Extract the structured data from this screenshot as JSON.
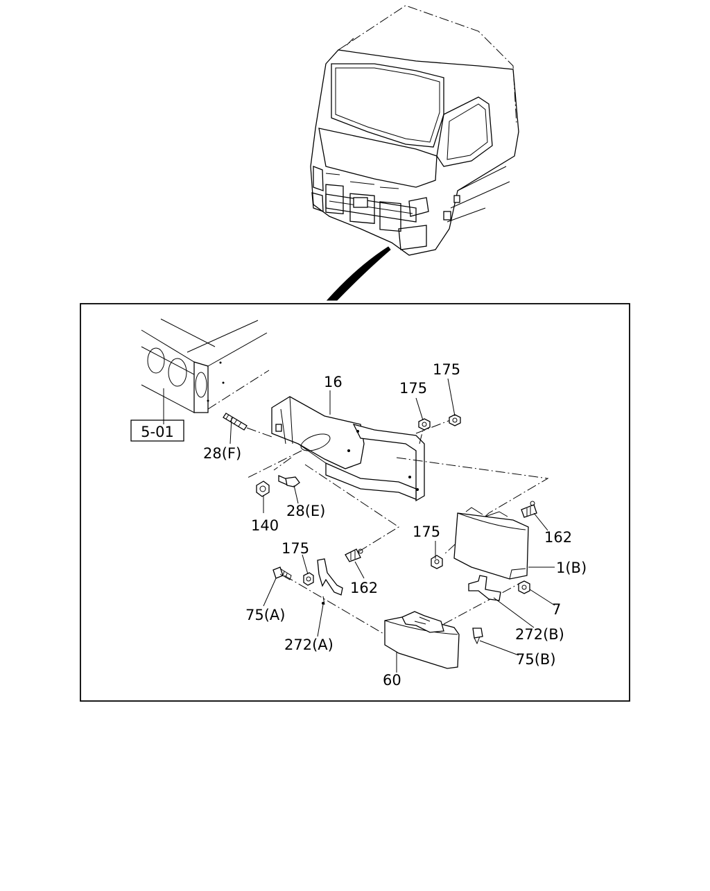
{
  "section_ref": "5-01",
  "callouts": {
    "c16": "16",
    "c175a": "175",
    "c175b": "175",
    "c28f": "28(F)",
    "c140": "140",
    "c28e": "28(E)",
    "c175c": "175",
    "c162a": "162",
    "c175d": "175",
    "c162b": "162",
    "c1b": "1(B)",
    "c7": "7",
    "c75a": "75(A)",
    "c272a": "272(A)",
    "c272b": "272(B)",
    "c75b": "75(B)",
    "c60": "60"
  }
}
